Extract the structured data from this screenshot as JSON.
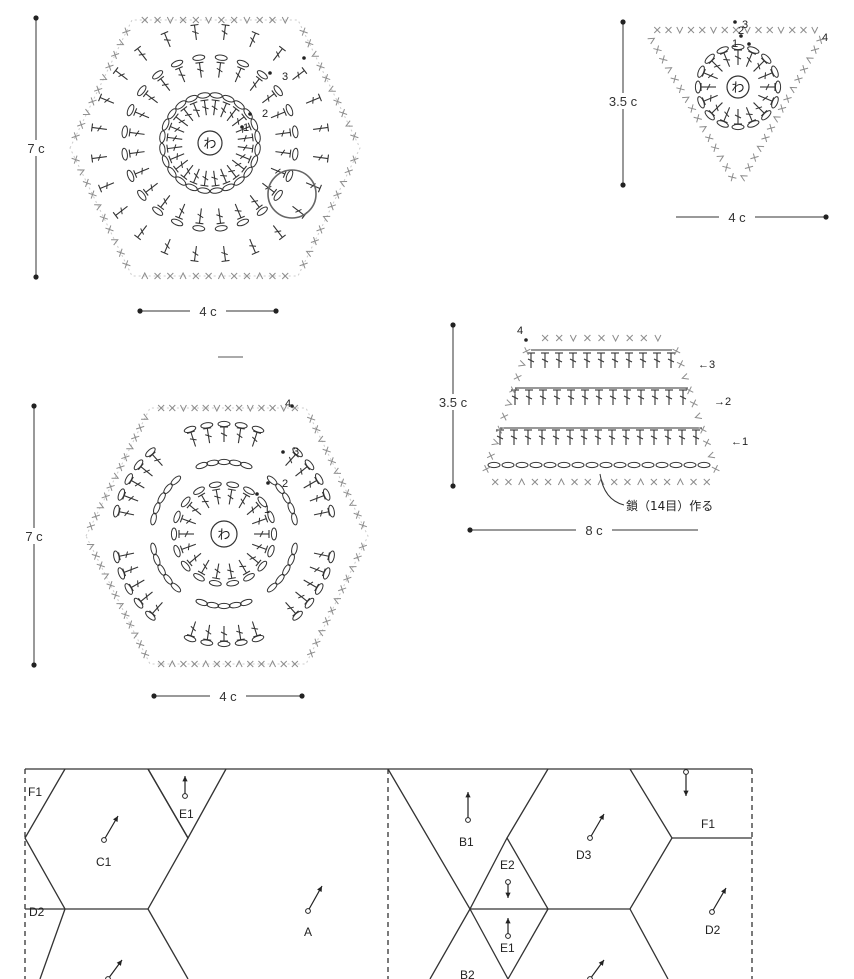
{
  "motifs": {
    "hexagon_1": {
      "height_label": "7 c",
      "width_label": "4 c",
      "center_label": "わ",
      "rounds": [
        "1",
        "2",
        "3"
      ]
    },
    "hexagon_2": {
      "height_label": "7 c",
      "width_label": "4 c",
      "center_label": "わ",
      "rounds": [
        "1",
        "2",
        "3",
        "4"
      ]
    },
    "triangle": {
      "height_label": "3.5 c",
      "width_label": "4 c",
      "center_label": "わ",
      "rounds": [
        "1",
        "2",
        "3",
        "4"
      ]
    },
    "trapezoid": {
      "height_label": "3.5 c",
      "width_label": "8 c",
      "chain_note": "鎖（14目）作る",
      "row_labels": [
        "←1",
        "→2",
        "←3"
      ],
      "start_marker": "4"
    }
  },
  "layout": {
    "piece_labels": [
      "F1",
      "E1",
      "C1",
      "D2",
      "A",
      "B1",
      "E2",
      "D3",
      "F1",
      "E1",
      "D2",
      "B2"
    ]
  },
  "colors": {
    "ink": "#333333",
    "grey_stitch": "#8c8c8c"
  }
}
